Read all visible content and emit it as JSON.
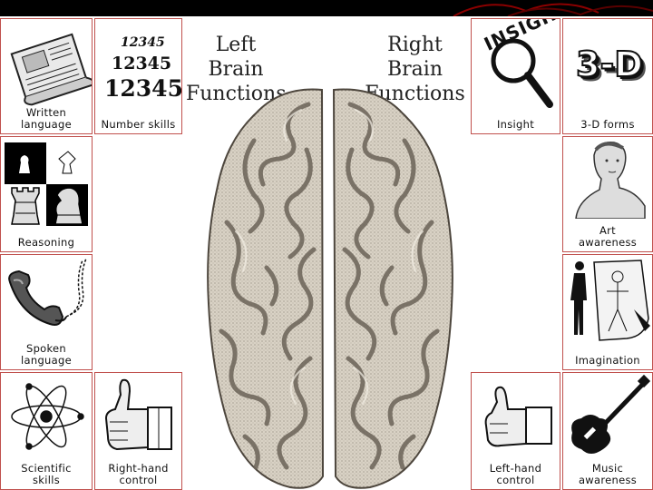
{
  "headings": {
    "left": "Left Brain\nFunctions",
    "right": "Right Brain\nFunctions"
  },
  "tiles": {
    "written_language": "Written\nlanguage",
    "number_skills": "Number skills",
    "number_art": [
      "12345",
      "12345",
      "12345"
    ],
    "reasoning": "Reasoning",
    "spoken_language": "Spoken\nlanguage",
    "scientific_skills": "Scientific\nskills",
    "right_hand_control": "Right-hand\ncontrol",
    "insight": "Insight",
    "insight_art": "INSIGHT",
    "three_d_forms": "3-D forms",
    "three_d_art": "3-D",
    "art_awareness": "Art\nawareness",
    "imagination": "Imagination",
    "left_hand_control": "Left-hand\ncontrol",
    "music_awareness": "Music\nawareness"
  },
  "colors": {
    "tile_border": "#c0504d",
    "top_bar": "#000000",
    "top_bar_accent": "#8b0000",
    "brain_fill": "#d9d2c5",
    "brain_fold": "#6b6358"
  },
  "icons": [
    "newspaper-icon",
    "chess-pieces-icon",
    "telephone-icon",
    "atom-icon",
    "thumbs-up-right-icon",
    "magnifying-glass-icon",
    "bust-statue-icon",
    "figure-drawing-icon",
    "thumbs-up-left-icon",
    "guitar-icon",
    "brain-illustration"
  ]
}
